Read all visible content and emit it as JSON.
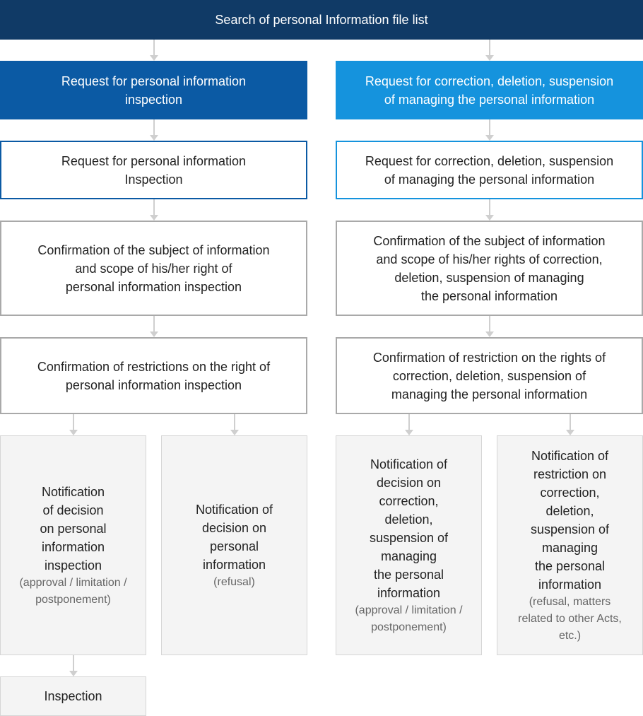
{
  "header": {
    "title": "Search of personal Information file list"
  },
  "left": {
    "request_title": [
      "Request for personal information",
      "inspection"
    ],
    "request": [
      "Request for personal information",
      "Inspection"
    ],
    "confirm_subject": [
      "Confirmation of the subject of information",
      "and scope of his/her right of",
      "personal information inspection"
    ],
    "confirm_restriction": [
      "Confirmation of restrictions on the right of",
      "personal information inspection"
    ],
    "notify_approval": {
      "lines": [
        "Notification",
        "of decision",
        "on personal",
        "information",
        "inspection"
      ],
      "note": [
        "(approval / limitation /",
        "postponement)"
      ]
    },
    "notify_refusal": {
      "lines": [
        "Notification of",
        "decision on",
        "personal",
        "information"
      ],
      "note": [
        "(refusal)"
      ]
    },
    "inspection": "Inspection"
  },
  "right": {
    "request_title": [
      "Request for correction, deletion, suspension",
      "of managing the personal information"
    ],
    "request": [
      "Request for correction, deletion, suspension",
      "of managing the personal information"
    ],
    "confirm_subject": [
      "Confirmation of the subject of information",
      "and scope of his/her rights of correction,",
      "deletion, suspension of managing",
      "the personal information"
    ],
    "confirm_restriction": [
      "Confirmation of restriction on the rights of",
      "correction, deletion, suspension of",
      "managing the personal information"
    ],
    "notify_decision": {
      "lines": [
        "Notification of",
        "decision on",
        "correction,",
        "deletion,",
        "suspension of",
        "managing",
        "the personal",
        "information"
      ],
      "note": [
        "(approval / limitation /",
        "postponement)"
      ]
    },
    "notify_restriction": {
      "lines": [
        "Notification of",
        "restriction on",
        "correction,",
        "deletion,",
        "suspension of",
        "managing",
        "the personal",
        "information"
      ],
      "note": [
        "(refusal, matters",
        "related to other Acts,",
        "etc.)"
      ]
    }
  },
  "colors": {
    "header": "#103a66",
    "left_accent": "#0b5aa4",
    "right_accent": "#1593dd",
    "border_gray": "#a9a9a9",
    "note_gray": "#666666",
    "panel_gray": "#f4f4f4",
    "arrow": "#cfcfcf"
  }
}
